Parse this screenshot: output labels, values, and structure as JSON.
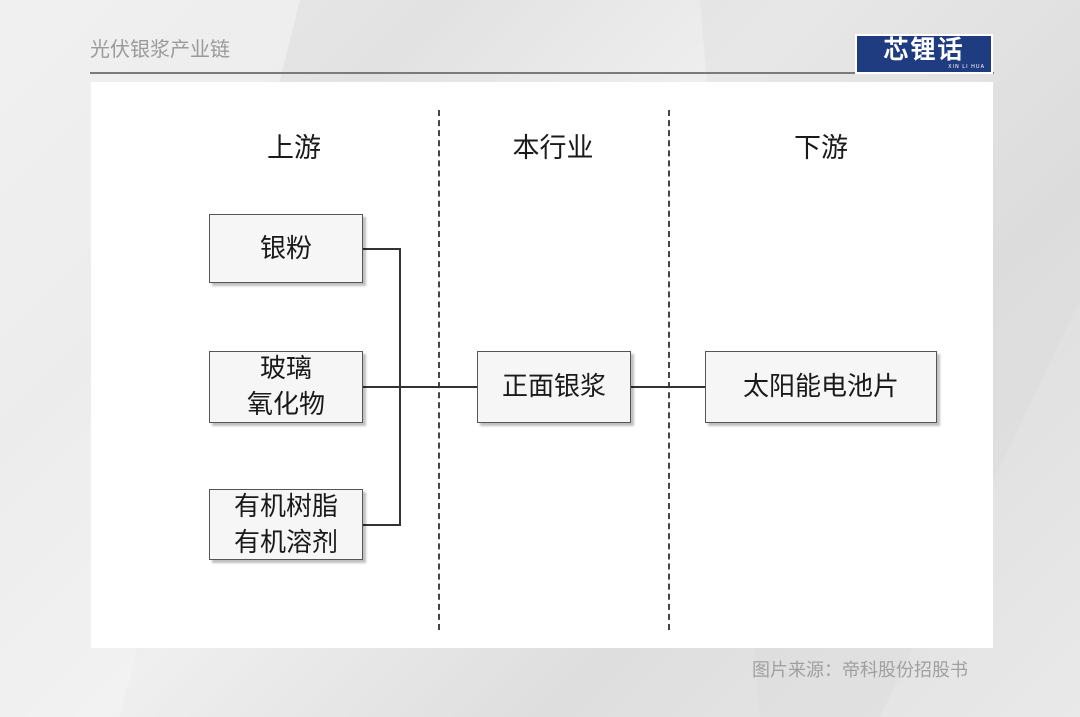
{
  "header": {
    "title": "光伏银浆产业链",
    "logo_text": "芯锂话",
    "logo_subtext": "XIN LI HUA"
  },
  "diagram": {
    "columns": {
      "upstream": "上游",
      "industry": "本行业",
      "downstream": "下游"
    },
    "upstream_items": [
      {
        "lines": [
          "银粉"
        ]
      },
      {
        "lines": [
          "玻璃",
          "氧化物"
        ]
      },
      {
        "lines": [
          "有机树脂",
          "有机溶剂"
        ]
      }
    ],
    "industry_item": "正面银浆",
    "downstream_item": "太阳能电池片"
  },
  "footer": {
    "source": "图片来源：帝科股份招股书"
  }
}
